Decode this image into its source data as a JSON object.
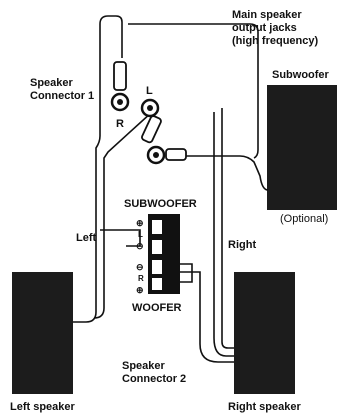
{
  "labels": {
    "main_jacks": [
      "Main speaker",
      "output jacks",
      "(high frequency)"
    ],
    "subwoofer_label": "Subwoofer",
    "connector1": [
      "Speaker",
      "Connector 1"
    ],
    "jack_l": "L",
    "jack_r": "R",
    "subwoofer_panel": "SUBWOOFER",
    "woofer_panel": "WOOFER",
    "left": "Left",
    "right": "Right",
    "optional": "(Optional)",
    "connector2": [
      "Speaker",
      "Connector 2"
    ],
    "left_speaker": "Left speaker",
    "right_speaker": "Right speaker",
    "term_plus_top": "⊕",
    "term_l": "L",
    "term_minus_top": "⊖",
    "term_minus_bot": "⊖",
    "term_r": "R",
    "term_plus_bot": "⊕"
  },
  "colors": {
    "speaker_fill": "#1c1c1c",
    "line": "#111111",
    "background": "#ffffff"
  }
}
